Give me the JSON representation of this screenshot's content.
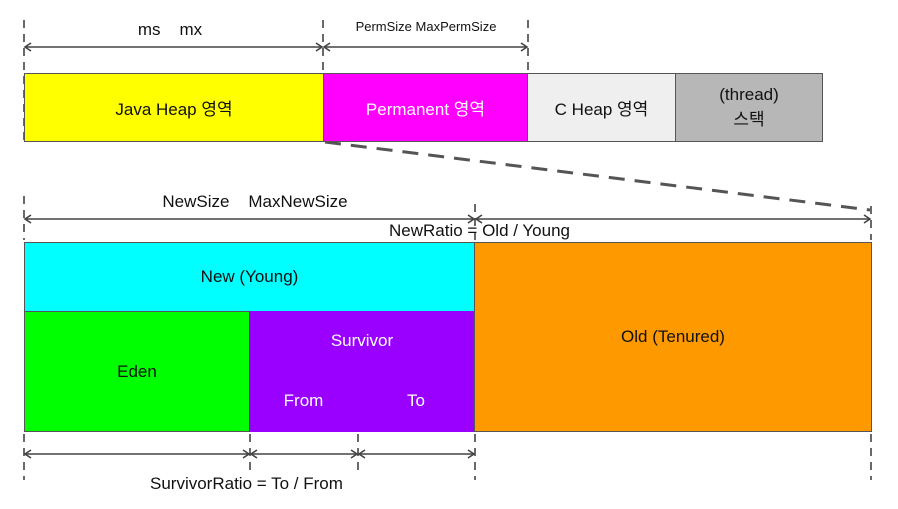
{
  "top_labels": {
    "ms_mx": "ms    mx",
    "perm": "PermSize  MaxPermSize"
  },
  "top_boxes": {
    "java_heap": "Java Heap 영역",
    "permanent": "Permanent 영역",
    "c_heap": "C Heap 영역",
    "thread_line1": "(thread)",
    "thread_line2": "스택"
  },
  "mid_labels": {
    "newsize": "NewSize    MaxNewSize",
    "newratio": "NewRatio = Old / Young"
  },
  "heap_boxes": {
    "new_young": "New (Young)",
    "eden": "Eden",
    "survivor": "Survivor",
    "from": "From",
    "to": "To",
    "old": "Old (Tenured)"
  },
  "bottom_labels": {
    "survivor_ratio": "SurvivorRatio = To / From"
  },
  "colors": {
    "java_heap": "#ffff00",
    "permanent": "#ff00ff",
    "c_heap": "#efefef",
    "thread": "#b7b7b7",
    "new_young": "#00ffff",
    "eden": "#00ff00",
    "survivor": "#9900ff",
    "old": "#ff9900"
  }
}
